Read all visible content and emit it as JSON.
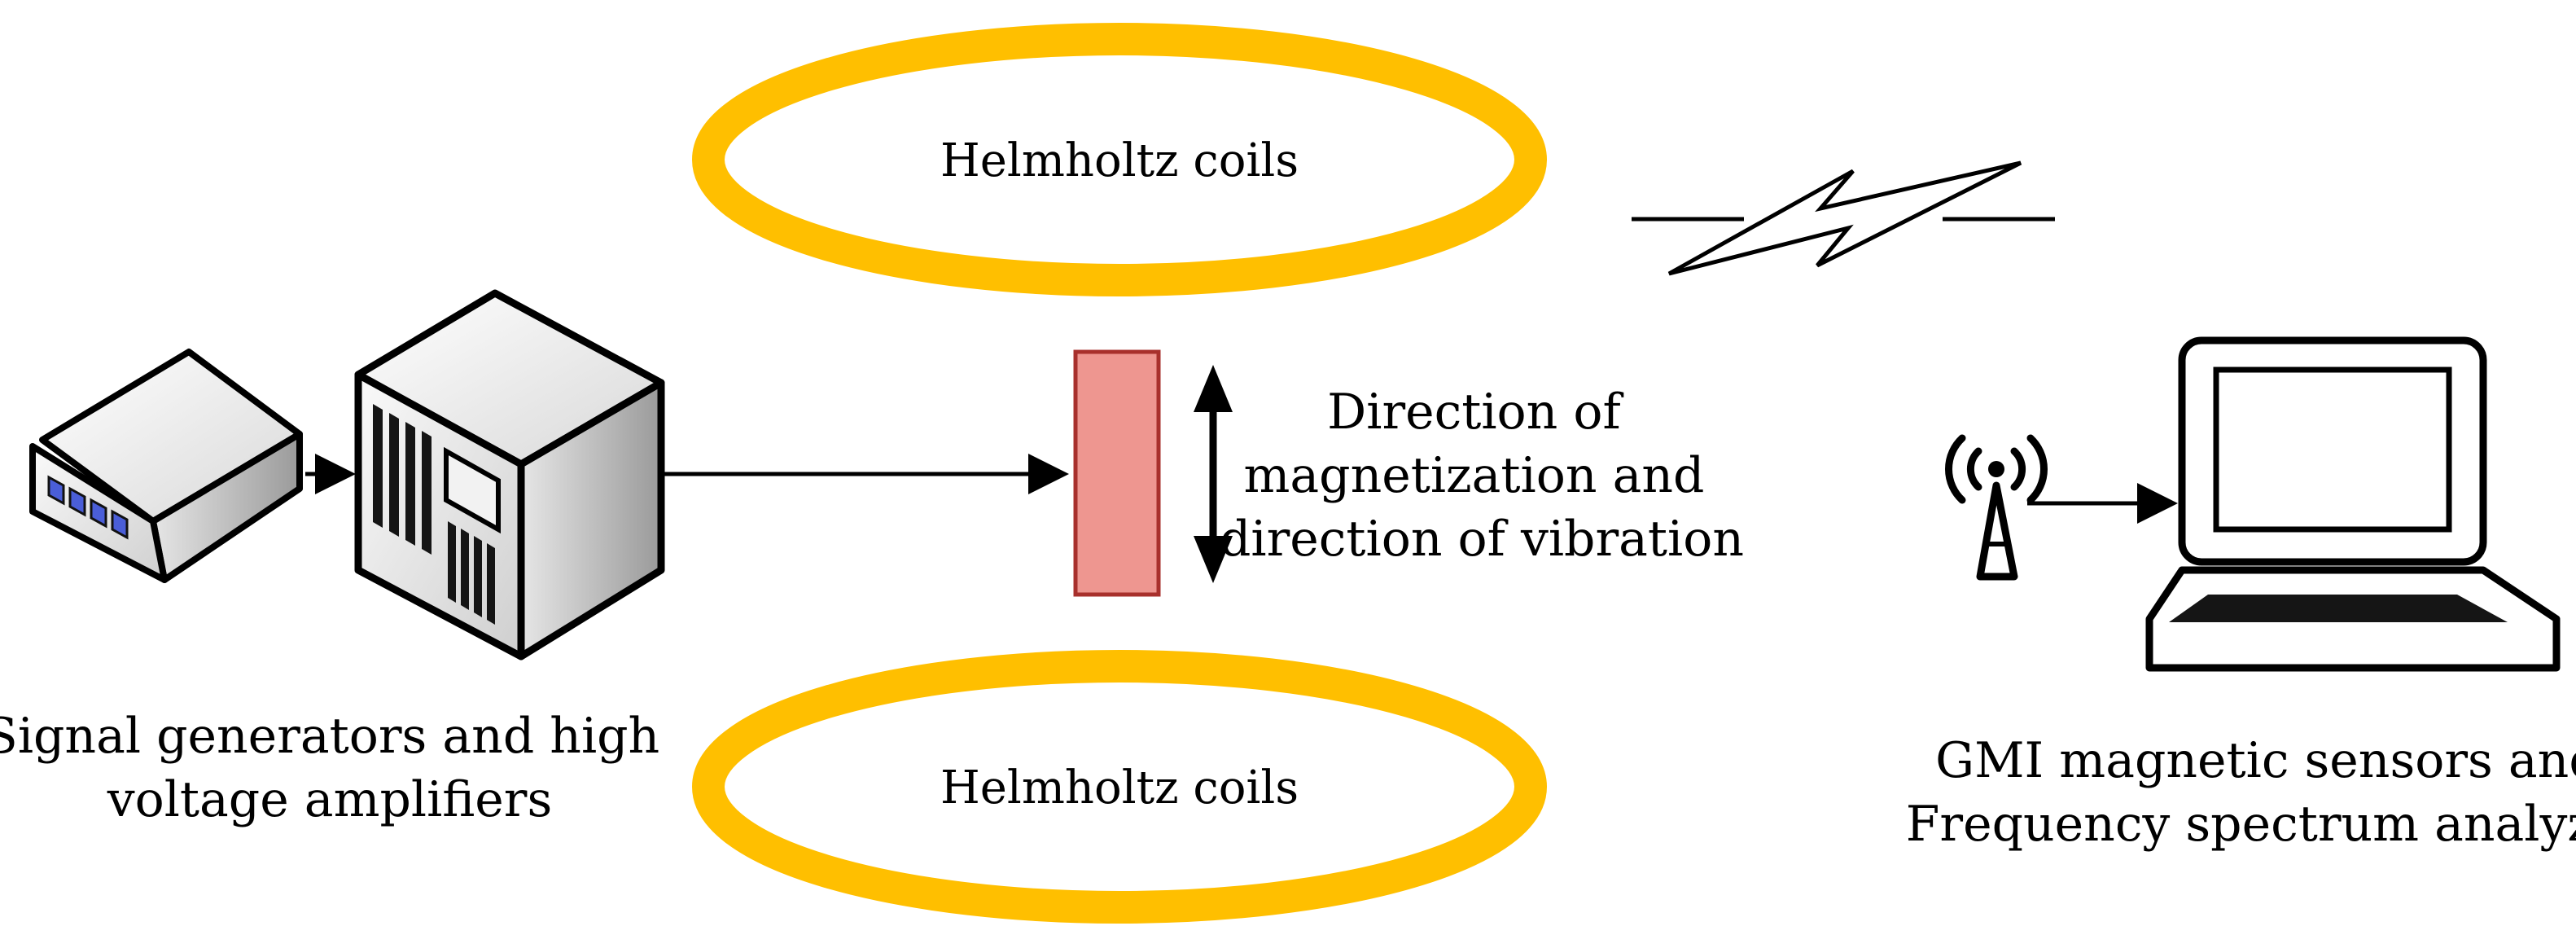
{
  "diagram": {
    "coil_top_label": "Helmholtz coils",
    "coil_bottom_label": "Helmholtz coils",
    "direction_label": [
      "Direction of",
      "magnetization and",
      "direction of vibration"
    ],
    "generator_label": [
      "Signal generators and high",
      "voltage amplifiers"
    ],
    "sensor_label": [
      "GMI magnetic sensors and",
      "Frequency spectrum analyzer"
    ]
  },
  "colors": {
    "coil": "#FFBF00",
    "sample_fill": "#EE9690",
    "sample_stroke": "#A8302C",
    "line": "#000000"
  }
}
